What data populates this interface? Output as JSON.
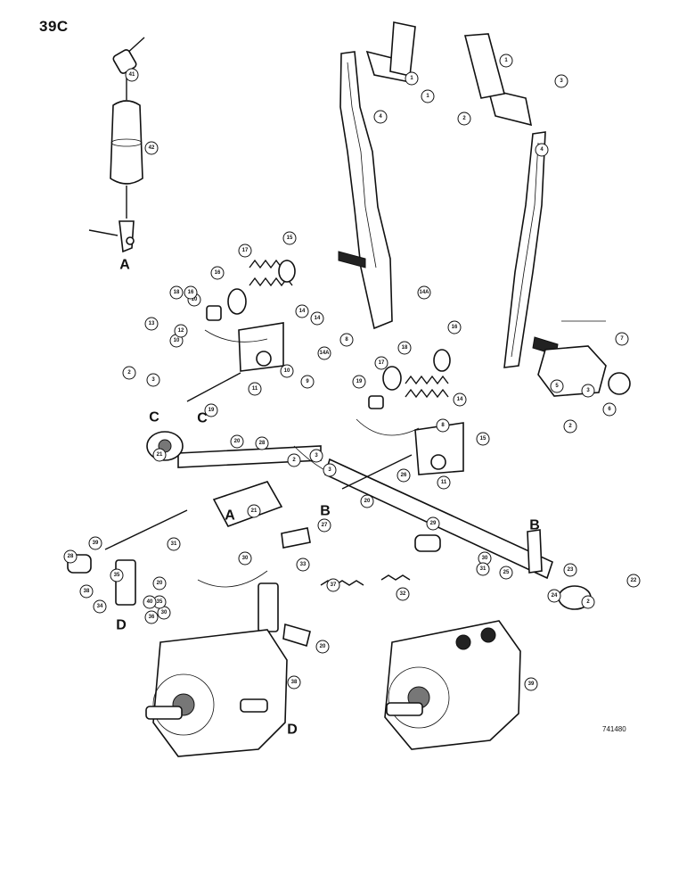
{
  "page_label": "39C",
  "drawing_number": "741480",
  "callouts": [
    "1",
    "1",
    "1",
    "2",
    "2",
    "2",
    "2",
    "2",
    "3",
    "3",
    "3",
    "3",
    "3",
    "4",
    "4",
    "5",
    "6",
    "7",
    "8",
    "8",
    "9",
    "10",
    "10",
    "10",
    "11",
    "11",
    "12",
    "13",
    "14",
    "14",
    "14",
    "14A",
    "14A",
    "15",
    "15",
    "16",
    "16",
    "16",
    "17",
    "17",
    "18",
    "18",
    "19",
    "19",
    "20",
    "20",
    "20",
    "20",
    "21",
    "21",
    "22",
    "23",
    "24",
    "25",
    "26",
    "27",
    "28",
    "28",
    "29",
    "30",
    "30",
    "30",
    "31",
    "31",
    "32",
    "33",
    "34",
    "35",
    "35",
    "36",
    "37",
    "38",
    "38",
    "39",
    "39",
    "40",
    "41",
    "42"
  ],
  "letters": [
    "A",
    "A",
    "B",
    "B",
    "C",
    "C",
    "D",
    "D"
  ]
}
